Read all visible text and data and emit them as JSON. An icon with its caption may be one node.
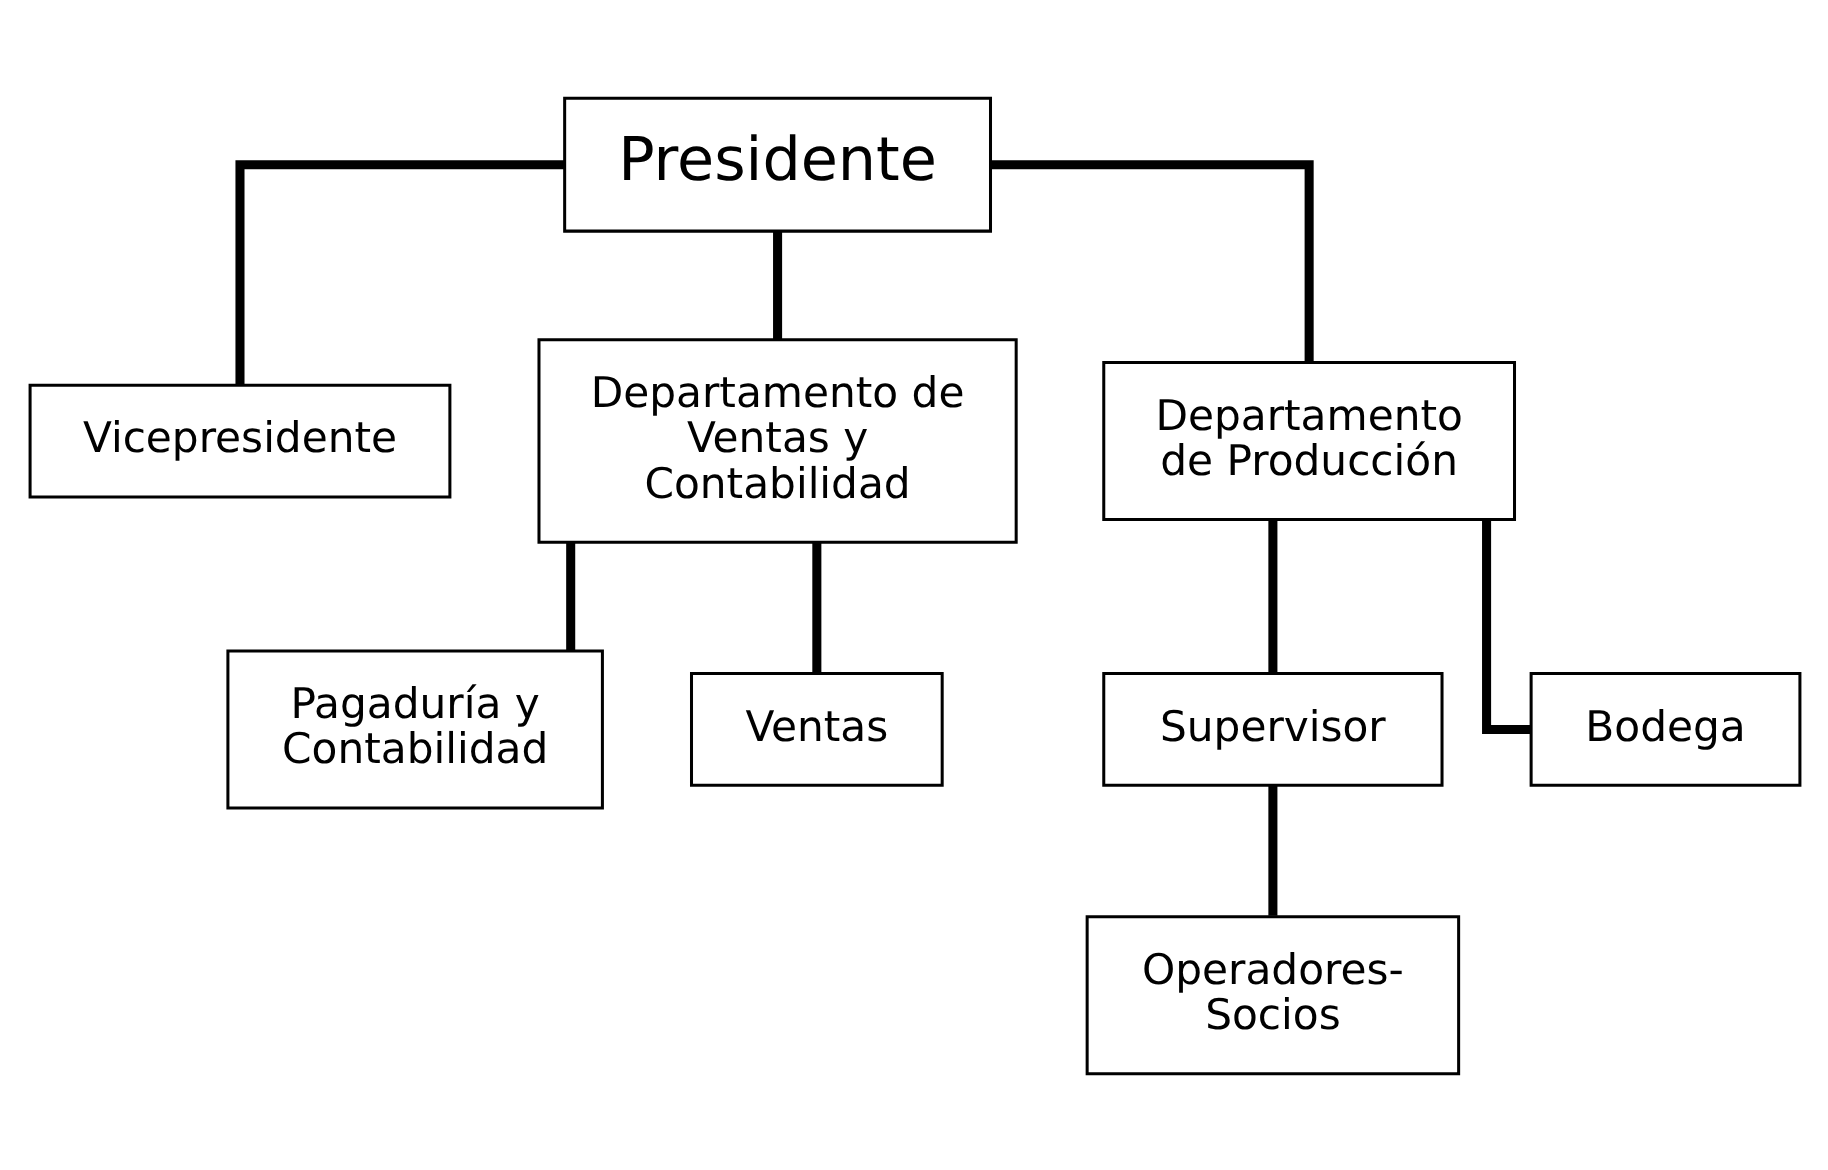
{
  "diagram": {
    "nodes": [
      {
        "text": [
          "Presidente"
        ]
      },
      {
        "text": [
          "Vicepresidente"
        ]
      },
      {
        "text": [
          "Departamento de Ventas y Contabilidad"
        ]
      },
      {
        "text": [
          "Departamento de Producción"
        ]
      },
      {
        "text": [
          "Pagaduría y Contabilidad"
        ]
      },
      {
        "text": [
          "Ventas"
        ]
      },
      {
        "text": [
          "Supervisor"
        ]
      },
      {
        "text": [
          "Bodega"
        ]
      },
      {
        "text": [
          "Operadores- Socios"
        ]
      }
    ],
    "edges": [
      {
        "from": 0,
        "to": 1,
        "arrow": "none"
      },
      {
        "from": 0,
        "to": 2,
        "arrow": "none"
      },
      {
        "from": 0,
        "to": 3,
        "arrow": "none"
      },
      {
        "from": 2,
        "to": 4,
        "arrow": "none"
      },
      {
        "from": 2,
        "to": 5,
        "arrow": "none"
      },
      {
        "from": 3,
        "to": 6,
        "arrow": "none"
      },
      {
        "from": 3,
        "to": 7,
        "arrow": "none"
      },
      {
        "from": 6,
        "to": 8,
        "arrow": "none"
      }
    ]
  }
}
